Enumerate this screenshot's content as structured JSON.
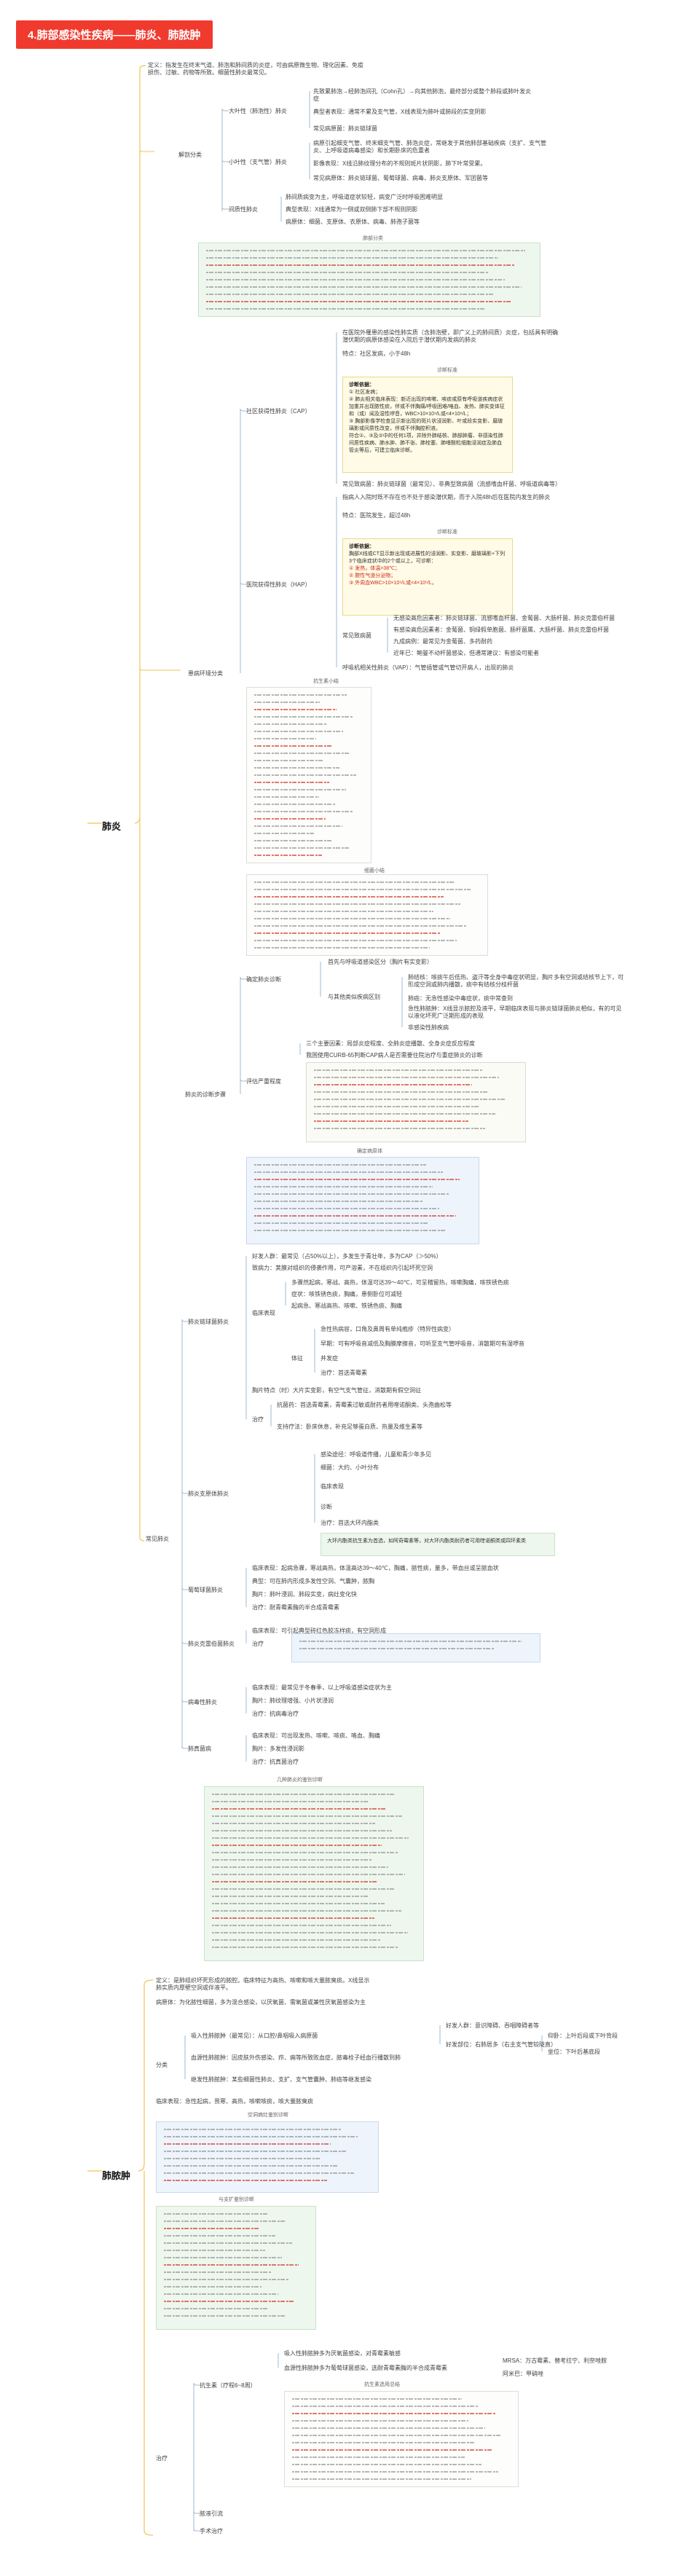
{
  "title": "4.肺部感染性疾病——肺炎、肺脓肿",
  "pneumonia": {
    "label": "肺炎",
    "definition": "定义：指发生在终末气道、肺泡和肺间质的炎症，可由病原微生物、理化因素、免疫损伤、过敏、药物等所致。细菌性肺炎最常见。",
    "anatomy": {
      "label": "解剖分类",
      "lobar": "大叶性（肺泡性）肺炎",
      "lobar_items": [
        "先致累肺泡→经肺泡间孔（Cohn孔）→向其他肺泡，最终部分或整个肺段或肺叶发炎症",
        "典型者表现：通常不累及支气管，X线表现为肺叶或肺段的实变阴影",
        "常见病原菌：肺炎链球菌"
      ],
      "lobular": "小叶性（支气管）肺炎",
      "lobular_items": [
        "病原引起细支气管、终末细支气管、肺泡炎症，常继发于其他肺部基础疾病（支扩、支气管炎、上呼吸道病毒感染）和长期卧床的危重者",
        "影像表现：X线沿肺纹理分布的不规则斑片状阴影，肺下叶常受累。",
        "常见病原体：肺炎链球菌、葡萄球菌、病毒、肺炎支原体、军团菌等"
      ],
      "interstitial": "间质性肺炎",
      "interstitial_items": [
        "肺间质病变为主，呼吸道症状较轻，病变广泛时呼吸困难明显",
        "典型表现：X线通常为一侧或双侧肺下部不规则阴影",
        "病原体：细菌、支原体、衣原体、病毒、肺孢子菌等"
      ],
      "note_caption": "肺部分类"
    },
    "environment": {
      "label": "患病环境分类",
      "cap": "社区获得性肺炎（CAP）",
      "cap_items": [
        "在医院外罹患的感染性肺实质（含肺泡壁，即广义上的肺间质）炎症，包括具有明确潜伏期的病原体感染在入院后于潜伏期内发病的肺炎",
        "特点：社区发病，小于48h"
      ],
      "cap_caption": "诊断标准",
      "cap_box": [
        "诊断依据：",
        "① 社区发病；",
        "② 肺炎相关临床表现：新近出现的咳嗽、咳痰或原有呼吸道疾病症状加重并出现脓性痰，伴或不伴胸痛/呼吸困难/咯血、发热、肺实变体征和（或）闻及湿性啰音，WBC>10×10⁹/L或<4×10⁹/L；",
        "③ 胸部影像学检查显示新出现的斑片状浸润影、叶或段实变影、磨玻璃影或间质性改变，伴或不伴胸腔积液。",
        "符合①、③及②中的任何1项，并除外肺结核、肺部肿瘤、非感染性肺间质性疾病、肺水肿、肺不张、肺栓塞、肺嗜酸粒细胞浸润症及肺血管炎等后，可建立临床诊断。"
      ],
      "cap_pathogen": "常见致病菌：肺炎链球菌（最常见）、非典型致病菌（流感嗜血杆菌、呼吸道病毒等）",
      "hap": "医院获得性肺炎（HAP）",
      "hap_items": [
        "指病人入院时既不存在也不处于感染潜伏期，而于入院48h后在医院内发生的肺炎",
        "特点：医院发生，超过48h"
      ],
      "hap_caption": "诊断标准",
      "hap_box": [
        "诊断依据：",
        "胸部X线或CT显示新出现或进展性的浸润影、实变影、磨玻璃影+下列3个临床症状中的2个或以上，可诊断：",
        "① 发热，体温>38℃；",
        "② 脓性气道分泌物；",
        "③ 外周血WBC>10×10⁹/L或<4×10⁹/L。"
      ],
      "hap_pathogen": "常见致病菌",
      "hap_pathogen_items": [
        "无感染高危因素者：肺炎链球菌、流感嗜血杆菌、金葡菌、大肠杆菌、肺炎克雷伯杆菌",
        "有感染高危因素者：金葡菌、铜绿假单胞菌、肠杆菌属、大肠杆菌、肺炎克雷伯杆菌",
        "九成病例：最常见为金葡菌、多药耐药",
        "近年已：鲍曼不动杆菌感染，但通常建议：有感染可能者"
      ],
      "vap": "呼吸机相关性肺炎（VAP）：气管插管或气管切开病人，出现的肺炎"
    },
    "handnotes": {
      "note1_caption": "抗生素小结",
      "note2_caption": "细菌小结"
    },
    "severity": {
      "label": "肺炎的诊断步骤",
      "confirm": "确定肺炎诊断",
      "confirm_items": [
        "首先与呼吸道感染区分（胸片有实变影）",
        "与其他类似疾病区别"
      ],
      "diff_items": [
        "肺结核：咳痰午后低热、盗汗等全身中毒症状明显，胸片多有空洞或结核节上下，可形成空洞或肺内播散，痰中有结核分枝杆菌",
        "肺癌：无急性感染中毒症状，痰中常查到",
        "急性肺脓肿：X线显示脓腔及液平，早期临床表现与肺炎链球菌肺炎相似，有的可见以液化坏死广泛期形成的表现",
        "非感染性肺疾病"
      ],
      "assess": "评估严重程度",
      "assess_items": [
        "三个主要因素：局部炎症程度、全肺炎症播散、全身炎症反应程度",
        "我国使用CURB-65判断CAP病人是否需要住院治疗与重症肺炎的诊断"
      ],
      "assess_caption": "确定病原体"
    },
    "bacteria": {
      "label": "常见肺炎",
      "strep": "肺炎链球菌肺炎",
      "strep_items": [
        "好发人群：最常见（占50%以上），多发生于青壮年，多为CAP（＞50%）",
        "致病力：荚膜对组织的侵袭作用，可产溶素，不在组织内引起坏死空洞"
      ],
      "strep_clinical": "临床表现",
      "strep_clinical_items": [
        "多骤然起病，寒战、高热，体温可达39～40℃，可呈稽留热，咳嗽胸痛，咳铁锈色痰",
        "症状：咳铁锈色痰，胸痛，患侧卧位可减轻",
        "起病急、寒战高热、咳嗽、铁锈色痰、胸痛"
      ],
      "strep_sign": "体征",
      "strep_sign_items": [
        "急性热病容，口角及鼻周有单纯疱疹（特异性病变）",
        "早期：可有呼吸音减低及胸膜摩擦音，可听至支气管呼吸音，消散期可有湿啰音",
        "并发症",
        "治疗：首选青霉素"
      ],
      "strep_xray": "胸片特点（时）大片实变影，有空气支气管征，消散期有假空洞征",
      "strep_treat": "治疗",
      "strep_treat_items": [
        "抗菌药：首选青霉素，青霉素过敏或耐药者用喹诺酮类、头孢曲松等",
        "支持疗法：卧床休息，补充足够蛋白质、热量及维生素等"
      ],
      "staph": "肺炎支原体肺炎",
      "staph_items": [
        "感染途径：呼吸道传播，儿童和青少年多见",
        "细菌：大约、小叶分布",
        "临床表现",
        "诊断",
        "治疗：首选大环内酯类"
      ],
      "staph_box": "大环内酯类抗生素为首选，如阿奇霉素等，对大环内酯类耐药者可用喹诺酮类或四环素类",
      "klebs": "葡萄球菌肺炎",
      "klebs_items": [
        "临床表现：起病急骤，寒战高热，体温高达39～40℃，胸痛，脓性痰，量多，带血丝或呈脓血状",
        "典型：可在肺内形成多发性空洞、气囊肿，脓胸",
        "胸片：肺叶浸润、肺段实变，病灶变化快",
        "治疗：耐青霉素酶的半合成青霉素"
      ],
      "pneumocystis": "肺炎克雷伯菌肺炎",
      "pneumocystis_items": [
        "临床表现：可引起典型砖红色胶冻样痰，有空洞形成",
        "治疗"
      ],
      "viral": "病毒性肺炎",
      "viral_items": [
        "临床表现：最常见于冬春季，以上呼吸道感染症状为主",
        "胸片：肺纹理增强、小片状浸润",
        "治疗：抗病毒治疗"
      ],
      "fungal": "肺真菌病",
      "fungal_items": [
        "临床表现：可出现发热、咳嗽、咳痰、咯血、胸痛",
        "胸片：多发性浸润影",
        "治疗：抗真菌治疗"
      ],
      "table_caption": "几种肺炎的鉴别诊断"
    }
  },
  "abscess": {
    "label": "肺脓肿",
    "definition": "定义：是肺组织坏死形成的脓腔。临床特征为高热、咳嗽和咳大量脓臭痰。X线显示肺实质内厚壁空洞或伴液平。",
    "pathogen": "病原体：为化脓性细菌，多为混合感染，以厌氧菌、需氧菌或兼性厌氧菌感染为主",
    "class_label": "分类",
    "class_items": [
      "吸入性肺脓肿（最常见）：从口腔/鼻咽吸入病原菌",
      "血源性肺脓肿：因皮肤外伤感染、疖、痈等所致败血症，脓毒栓子经血行播散到肺",
      "继发性肺脓肿：某些细菌性肺炎、支扩、支气管囊肿、肺癌等继发感染"
    ],
    "aspiration_detail": [
      "好发人群：意识障碍、吞咽障碍者等",
      "好发部位：右肺居多（右主支气管较陡直）"
    ],
    "aspiration_sub": [
      "仰卧：上叶后段或下叶背段",
      "坐位：下叶后基底段"
    ],
    "clinical": "临床表现：急性起病，畏寒、高热，咳嗽咳痰，咳大量脓臭痰",
    "clinical_box_caption": "空洞病灶鉴别诊断",
    "comparison_caption": "与支扩鉴别诊断",
    "treatment": "治疗",
    "antibiotic": "抗生素（疗程6~8周）",
    "antibiotic_items": [
      "吸入性肺脓肿多为厌氧菌感染，对青霉素敏感",
      "血源性肺脓肿多为葡萄球菌感染，选耐青霉素酶的半合成青霉素"
    ],
    "mrsa": "MRSA：万古霉素、替考拉宁、利奈唑胺",
    "resistant": "阿米巴：甲硝唑",
    "note_caption": "抗生素选用总结",
    "drainage": "脓液引流",
    "surgery": "手术治疗"
  }
}
